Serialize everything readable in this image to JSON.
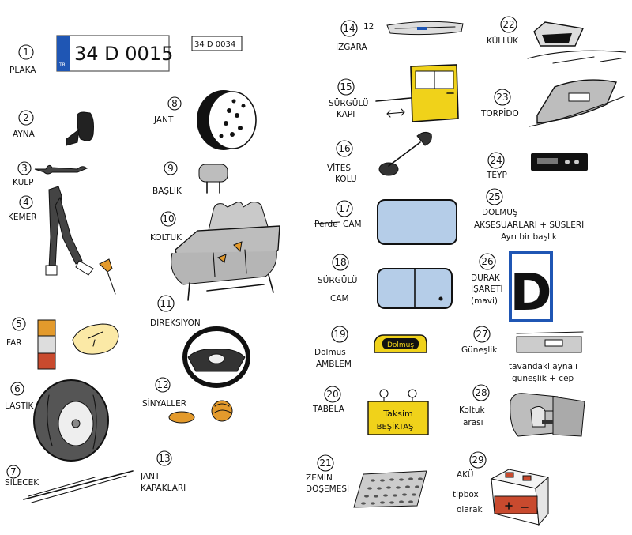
{
  "items": [
    {
      "n": "1",
      "label": "PLAKA"
    },
    {
      "n": "2",
      "label": "AYNA"
    },
    {
      "n": "3",
      "label": "KULP"
    },
    {
      "n": "4",
      "label": "KEMER"
    },
    {
      "n": "5",
      "label": "FAR"
    },
    {
      "n": "6",
      "label": "LASTİK"
    },
    {
      "n": "7",
      "label": "SİLECEK"
    },
    {
      "n": "8",
      "label": "JANT"
    },
    {
      "n": "9",
      "label": "BAŞLIK"
    },
    {
      "n": "10",
      "label": "KOLTUK"
    },
    {
      "n": "11",
      "label": "DİREKSİYON"
    },
    {
      "n": "12",
      "label": "SİNYALLER"
    },
    {
      "n": "13",
      "label": "JANT",
      "label2": "KAPAKLARI"
    },
    {
      "n": "14",
      "label": "IZGARA",
      "extra": "12"
    },
    {
      "n": "15",
      "label": "SÜRGÜLÜ",
      "label2": "KAPI"
    },
    {
      "n": "16",
      "label": "VİTES",
      "label2": "KOLU"
    },
    {
      "n": "17",
      "label": "CAM",
      "struck": "Perde"
    },
    {
      "n": "18",
      "label": "SÜRGÜLÜ",
      "label2": "CAM"
    },
    {
      "n": "19",
      "label": "Dolmuş",
      "label2": "AMBLEM"
    },
    {
      "n": "20",
      "label": "TABELA"
    },
    {
      "n": "21",
      "label": "ZEMİN",
      "label2": "DÖŞEMESİ"
    },
    {
      "n": "22",
      "label": "KÜLLÜK"
    },
    {
      "n": "23",
      "label": "TORPİDO"
    },
    {
      "n": "24",
      "label": "TEYP"
    },
    {
      "n": "25",
      "label": "DOLMUŞ",
      "label2": "AKSESUARLARI + SÜSLERİ",
      "label3": "Ayrı bir başlık"
    },
    {
      "n": "26",
      "label": "DURAK",
      "label2": "İŞARETİ",
      "label3": "(mavi)"
    },
    {
      "n": "27",
      "label": "Güneşlik",
      "label2": "tavandaki aynalı",
      "label3": "güneşlik + cep"
    },
    {
      "n": "28",
      "label": "Koltuk",
      "label2": "arası"
    },
    {
      "n": "29",
      "label": "AKÜ",
      "label2": "tipbox",
      "label3": "olarak"
    }
  ],
  "plate": {
    "country": "TR",
    "text": "34 D 0015",
    "small_text": "34 D 0034"
  },
  "emblem_text": "Dolmuş",
  "sign": {
    "line1": "Taksim",
    "line2": "BEŞİKTAŞ"
  },
  "stop_letter": "D",
  "colors": {
    "yellow": "#f0d21a",
    "blue": "#1f56b4",
    "glass": "#b5cde8",
    "seat": "#bdbdbd",
    "orange": "#e39a2c",
    "red": "#c94a2e"
  }
}
